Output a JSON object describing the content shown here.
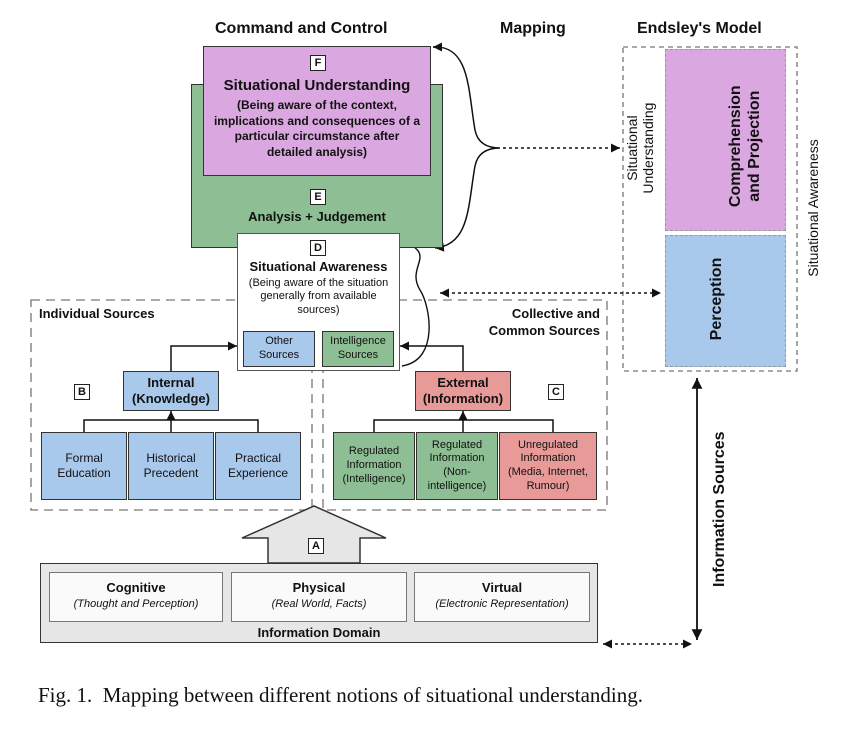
{
  "headers": {
    "command_control": "Command and Control",
    "mapping": "Mapping",
    "endsley": "Endsley's Model"
  },
  "nodes": {
    "F": {
      "letter": "F",
      "title": "Situational Understanding",
      "desc": "(Being aware of the context, implications and consequences of a particular circumstance after detailed analysis)"
    },
    "E": {
      "letter": "E",
      "title": "Analysis + Judgement"
    },
    "D": {
      "letter": "D",
      "title": "Situational Awareness",
      "desc": "(Being aware of the situation generally from available sources)",
      "other_sources": "Other Sources",
      "intelligence_sources": "Intelligence Sources"
    },
    "B": {
      "letter": "B",
      "group_label": "Individual Sources",
      "hub": "Internal (Knowledge)",
      "children": [
        "Formal Education",
        "Historical Precedent",
        "Practical Experience"
      ]
    },
    "C": {
      "letter": "C",
      "group_label": "Collective and Common Sources",
      "hub": "External (Information)",
      "children": [
        "Regulated Information (Intelligence)",
        "Regulated Information (Non-intelligence)",
        "Unregulated Information (Media, Internet, Rumour)"
      ]
    },
    "A": {
      "letter": "A",
      "domain_label": "Information Domain",
      "items": [
        {
          "title": "Cognitive",
          "sub": "(Thought and Perception)"
        },
        {
          "title": "Physical",
          "sub": "(Real World, Facts)"
        },
        {
          "title": "Virtual",
          "sub": "(Electronic Representation)"
        }
      ]
    }
  },
  "endsley": {
    "situational_understanding": "Situational Understanding",
    "comprehension": "Comprehension and Projection",
    "perception": "Perception",
    "situational_awareness": "Situational Awareness",
    "information_sources": "Information Sources"
  },
  "caption": "Fig. 1.  Mapping between different notions of situational understanding.",
  "colors": {
    "purple": "#dba7e0",
    "green": "#8ebf94",
    "blue": "#a8c8ec",
    "red": "#e89a98",
    "grey": "#e6e6e6"
  }
}
